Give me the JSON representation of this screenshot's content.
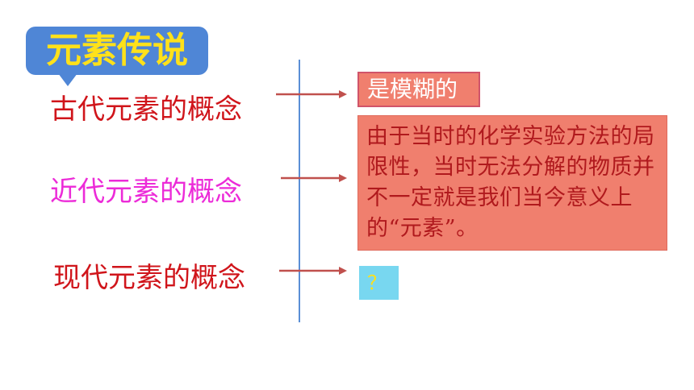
{
  "title": "元素传说",
  "concepts": {
    "ancient": "古代元素的概念",
    "modern": "近代元素的概念",
    "current": "现代元素的概念"
  },
  "answers": {
    "ancient": "是模糊的",
    "modern": "由于当时的化学实验方法的局限性，当时无法分解的物质并不一定就是我们当今意义上的“元素”。",
    "current": "？"
  },
  "colors": {
    "badge": "#4f86d6",
    "badge_text": "#ffe11a",
    "red_text": "#d0151b",
    "pink_text": "#ec2bd8",
    "answer_box": "#f07f6e",
    "unknown_box": "#78d7f0"
  }
}
